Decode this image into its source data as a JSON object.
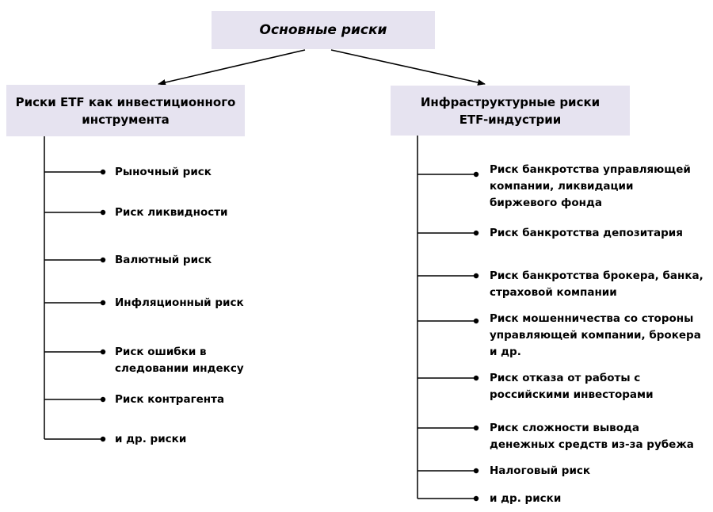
{
  "root": {
    "title": "Основные риски"
  },
  "left": {
    "title_lines": [
      "Риски ETF как инвестиционного",
      "инструмента"
    ],
    "items": [
      [
        "Рыночный риск"
      ],
      [
        "Риск ликвидности"
      ],
      [
        "Валютный риск"
      ],
      [
        "Инфляционный риск"
      ],
      [
        "Риск ошибки в",
        "следовании индексу"
      ],
      [
        "Риск контрагента"
      ],
      [
        "и др. риски"
      ]
    ]
  },
  "right": {
    "title_lines": [
      "Инфраструктурные риски",
      "ETF-индустрии"
    ],
    "items": [
      [
        "Риск банкротства управляющей",
        "компании, ликвидации",
        "биржевого фонда"
      ],
      [
        "Риск банкротства депозитария"
      ],
      [
        "Риск банкротства брокера, банка,",
        "страховой компании"
      ],
      [
        "Риск мошенничества со стороны",
        "управляющей компании, брокера",
        "и др."
      ],
      [
        "Риск отказа от работы с",
        "российскими инвесторами"
      ],
      [
        "Риск сложности вывода",
        "денежных средств из-за рубежа"
      ],
      [
        "Налоговый риск"
      ],
      [
        "и др. риски"
      ]
    ]
  }
}
